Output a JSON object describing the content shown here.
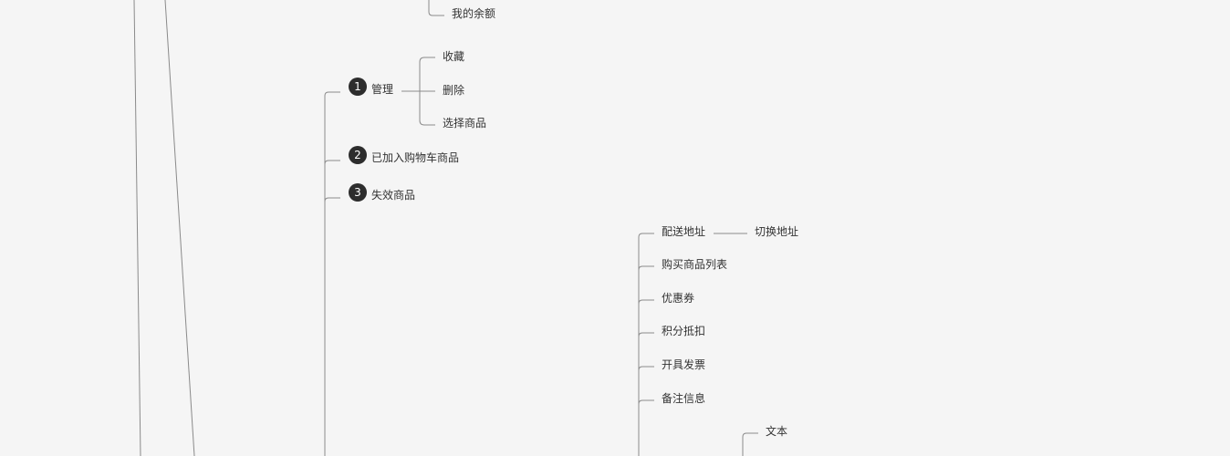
{
  "colors": {
    "background": "#f5f5f5",
    "line": "#8a8a8a",
    "text": "#333333",
    "badge": "#2d2d2d",
    "badge_text": "#ffffff"
  },
  "nodes": {
    "my_balance": "我的余额",
    "manage": {
      "badge": "1",
      "label": "管理"
    },
    "manage_children": [
      "收藏",
      "删除",
      "选择商品"
    ],
    "added_to_cart": {
      "badge": "2",
      "label": "已加入购物车商品"
    },
    "invalid_items": {
      "badge": "3",
      "label": "失效商品"
    },
    "delivery_address": "配送地址",
    "switch_address": "切换地址",
    "checkout_items": [
      "购买商品列表",
      "优惠券",
      "积分抵扣",
      "开具发票",
      "备注信息"
    ],
    "text": "文本"
  }
}
